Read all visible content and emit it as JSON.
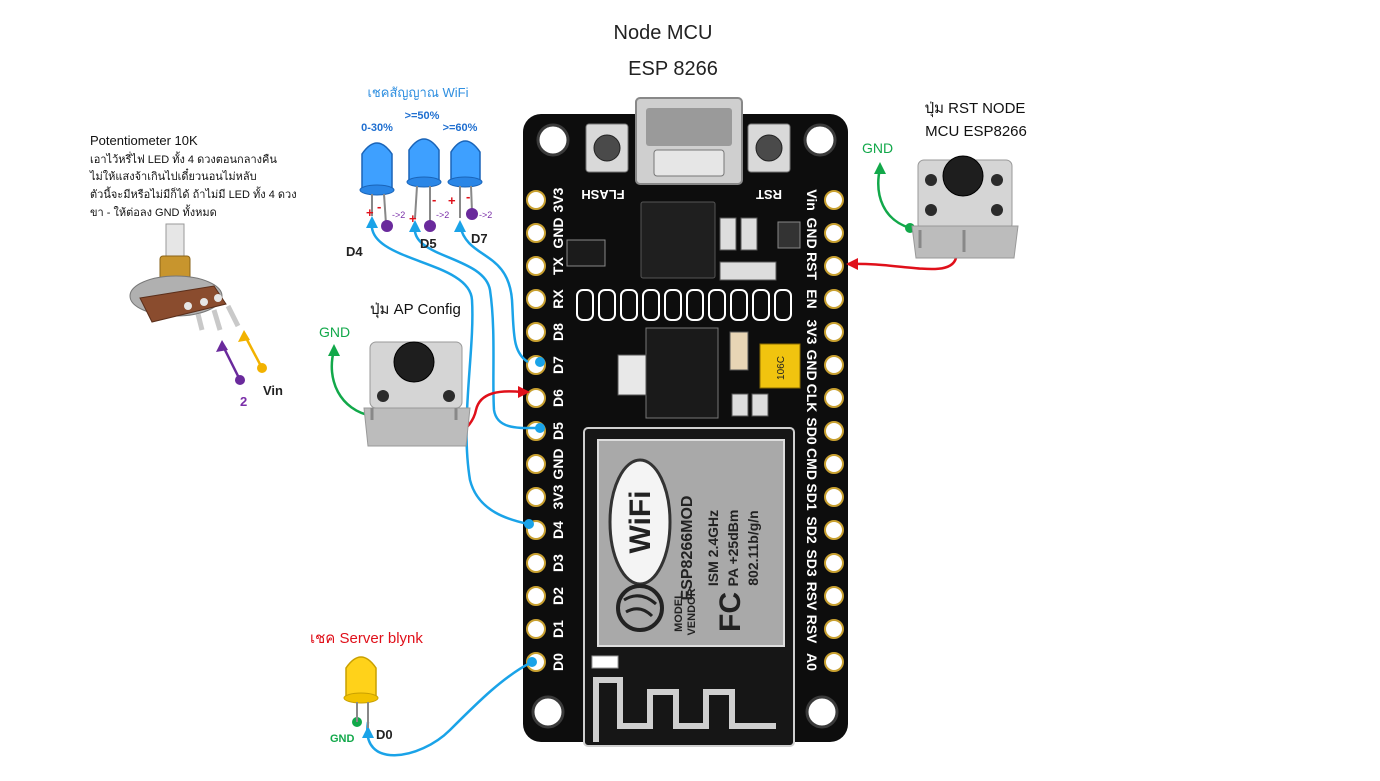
{
  "board": {
    "title_line1": "Node MCU",
    "title_line2": "ESP 8266",
    "left_pins": [
      "3V3",
      "GND",
      "TX",
      "RX",
      "D8",
      "D7",
      "D6",
      "D5",
      "GND",
      "3V3",
      "D4",
      "D3",
      "D2",
      "D1",
      "D0"
    ],
    "right_pins": [
      "Vin",
      "GND",
      "RST",
      "EN",
      "3V3",
      "GND",
      "CLK",
      "SD0",
      "CMD",
      "SD1",
      "SD2",
      "SD3",
      "RSV",
      "RSV",
      "A0"
    ],
    "flash_label": "FLASH",
    "rst_label": "RST",
    "module_lines": [
      "ESP8266MOD",
      "ISM 2.4GHz",
      "PA +25dBm",
      "802.11b/g/n"
    ],
    "model_text": "MODEL",
    "vendor_text": "VENDOR",
    "wifi_logo": "WiFi",
    "fc_logo": "FC",
    "cap_text": "106C"
  },
  "wifi_leds": {
    "title": "เชคสัญญาณ WiFi",
    "level1": "0-30%",
    "level2": ">=50%",
    "level3": ">=60%",
    "plus": "+",
    "minus": "-",
    "to2": "->2",
    "pin1": "D4",
    "pin2": "D5",
    "pin3": "D7",
    "color": "#2f8fe0"
  },
  "potentiometer": {
    "title": "Potentiometer 10K",
    "note_line1": "เอาไว้หรี่ไฟ LED ทั้ง 4 ดวงตอนกลางคืน",
    "note_line2": "ไม่ให้แสงจ้าเกินไปเดี๋ยวนอนไม่หลับ",
    "note_line3": "ตัวนี้จะมีหรือไม่มีก็ได้ ถ้าไม่มี LED ทั้ง 4 ดวง",
    "note_line4": "ขา -  ให้ต่อลง GND ทั้งหมด",
    "pin_label": "2",
    "vin_label": "Vin"
  },
  "ap_button": {
    "title": "ปุ่ม AP Config",
    "gnd_label": "GND"
  },
  "rst_button": {
    "title_line1": "ปุ่ม RST NODE",
    "title_line2": "MCU ESP8266",
    "gnd_label": "GND"
  },
  "server_led": {
    "title": "เชค Server blynk",
    "gnd_label": "GND",
    "pin_label": "D0"
  },
  "colors": {
    "wire_blue": "#1aa3e8",
    "wire_red": "#e0101a",
    "wire_green": "#12a84a",
    "wire_purple": "#6a2a9c",
    "wire_yellow": "#f2b200",
    "label_red": "#e0101a",
    "label_green": "#12a84a",
    "label_purple": "#7a2ea8",
    "label_blue": "#1f6fd0",
    "board_black": "#111111"
  }
}
